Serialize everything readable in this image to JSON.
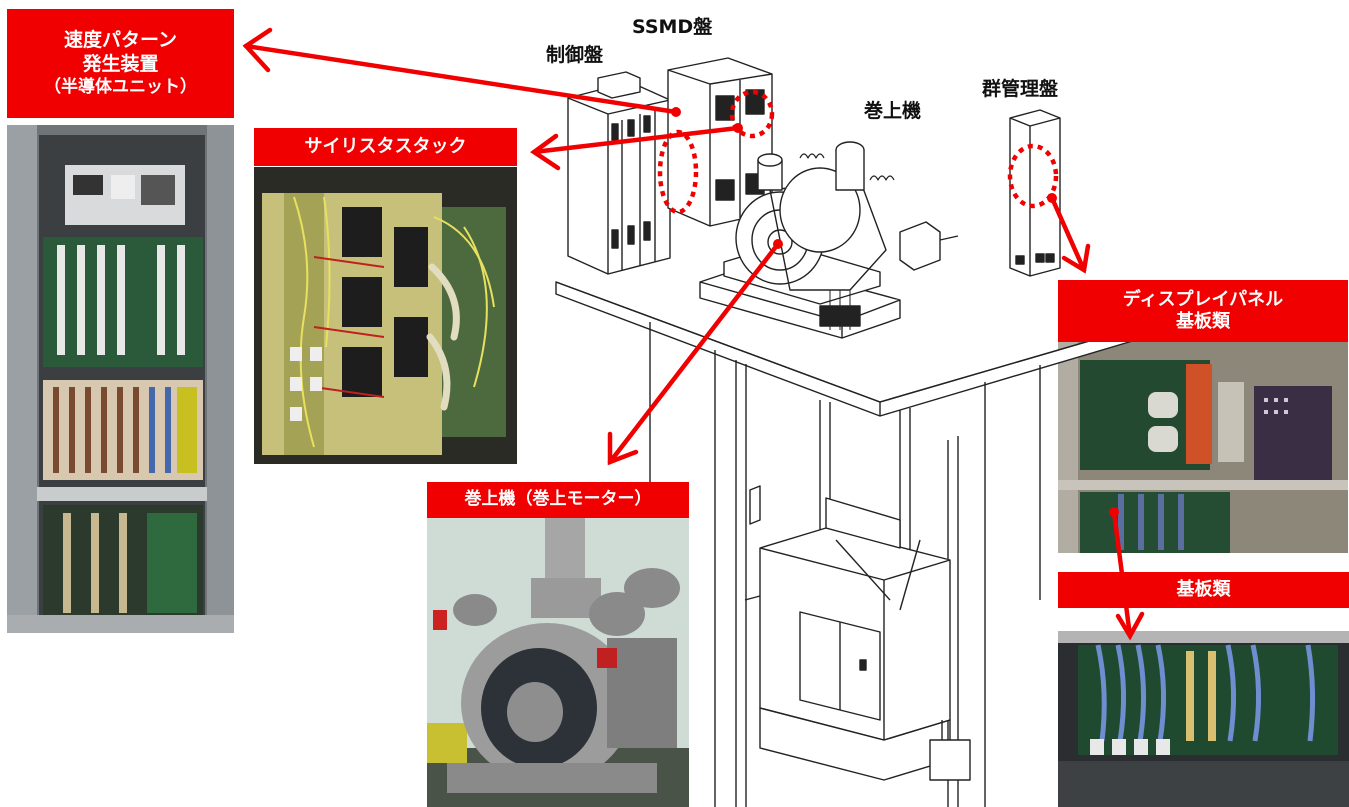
{
  "labels": {
    "speed_pattern": [
      "速度パターン",
      "発生装置",
      "（半導体ユニット）"
    ],
    "thyristor": "サイリスタスタック",
    "hoist_motor": "巻上機（巻上モーター）",
    "display_panel": [
      "ディスプレイパネル",
      "基板類"
    ],
    "boards": "基板類",
    "control_panel": "制御盤",
    "ssmd_panel": "SSMD盤",
    "hoist": "巻上機",
    "group_panel": "群管理盤"
  },
  "colors": {
    "accent": "#f00000",
    "label_text": "#ffffff",
    "line": "#222222"
  }
}
